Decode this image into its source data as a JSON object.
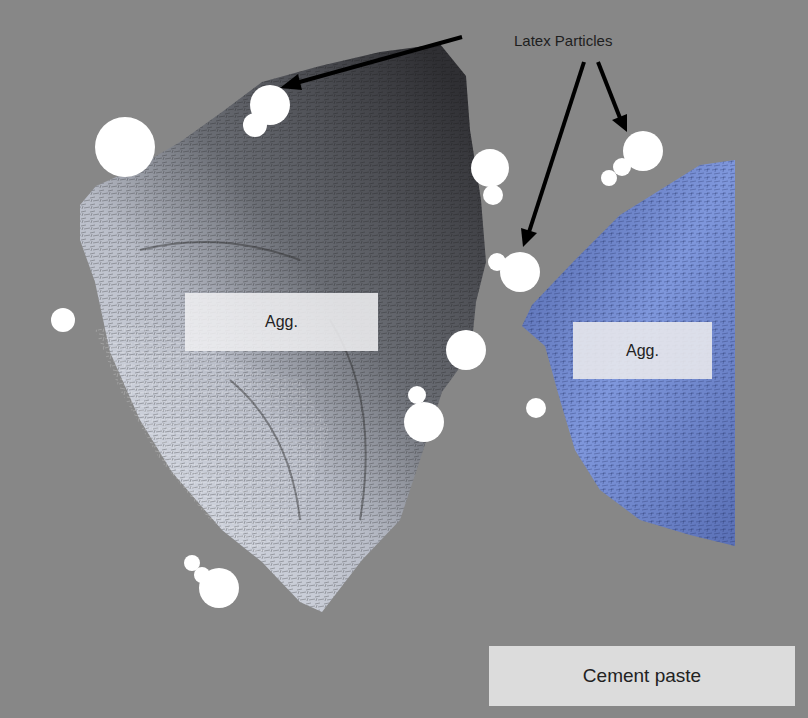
{
  "diagram": {
    "nodes": [
      {
        "text": [
          "Agg."
        ]
      },
      {
        "text": [
          "Agg."
        ]
      },
      {
        "text": [
          "Cement paste"
        ]
      }
    ],
    "labels": [
      "Latex Particles"
    ]
  }
}
